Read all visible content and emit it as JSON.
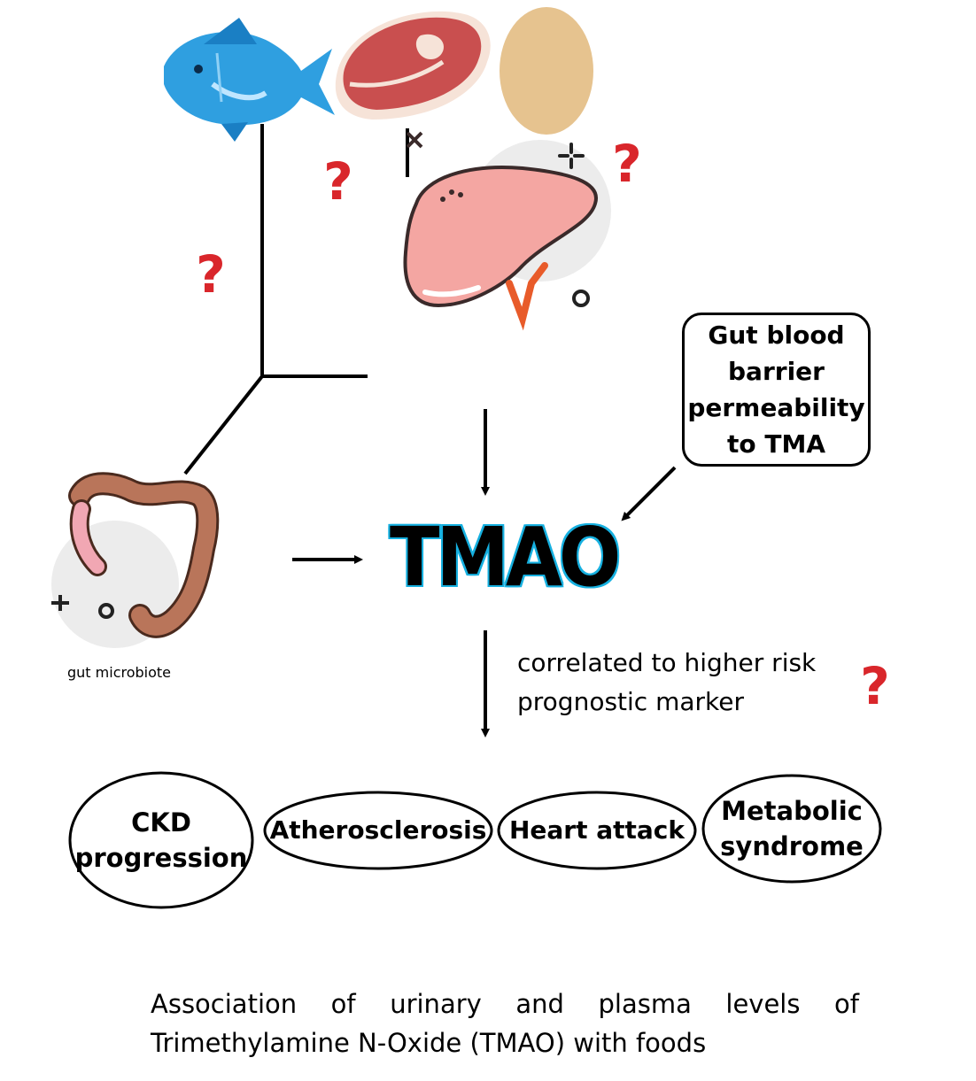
{
  "nodes": {
    "gut_label": "gut microbiote",
    "barrier_label": [
      "Gut blood",
      "barrier",
      "permeability",
      "to TMA"
    ],
    "tmao": "TMAO",
    "correlation": [
      "correlated to higher risk",
      "prognostic marker"
    ]
  },
  "outcomes": [
    {
      "lines": [
        "CKD",
        "progression"
      ]
    },
    {
      "lines": [
        "Atherosclerosis"
      ]
    },
    {
      "lines": [
        "Heart attack"
      ]
    },
    {
      "lines": [
        "Metabolic",
        "syndrome"
      ]
    }
  ],
  "caption": {
    "line1": "Association of urinary and plasma levels of",
    "line2": "Trimethylamine N-Oxide (TMAO) with foods"
  },
  "question_mark": "?",
  "colors": {
    "question_mark": "#d9262b",
    "tmao_outline": "#16b0e0",
    "fish": "#2f9fe0",
    "meat": "#c94f4f",
    "egg": "#e6c38f",
    "liver": "#f4a6a2",
    "intestine": "#b9755a"
  },
  "icons": [
    "fish-icon",
    "steak-icon",
    "egg-icon",
    "liver-icon",
    "intestine-icon"
  ]
}
